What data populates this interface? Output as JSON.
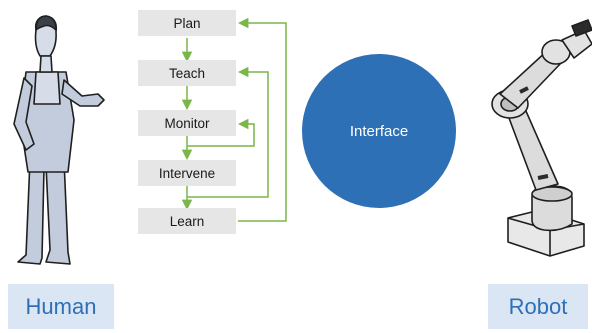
{
  "steps": [
    "Plan",
    "Teach",
    "Monitor",
    "Intervene",
    "Learn"
  ],
  "hub_label": "Interface",
  "actors": {
    "left": {
      "label": "Human",
      "icon": "human-worker-icon"
    },
    "right": {
      "label": "Robot",
      "icon": "robot-arm-icon"
    }
  },
  "colors": {
    "step_fill": "#e6e6e6",
    "arrow": "#7ab648",
    "hub_fill": "#2e70b5",
    "badge_fill": "#dbe6f4",
    "badge_text": "#2f6fb6",
    "figure_fill": "#c3ccdc",
    "figure_stroke": "#1f1f1f"
  }
}
